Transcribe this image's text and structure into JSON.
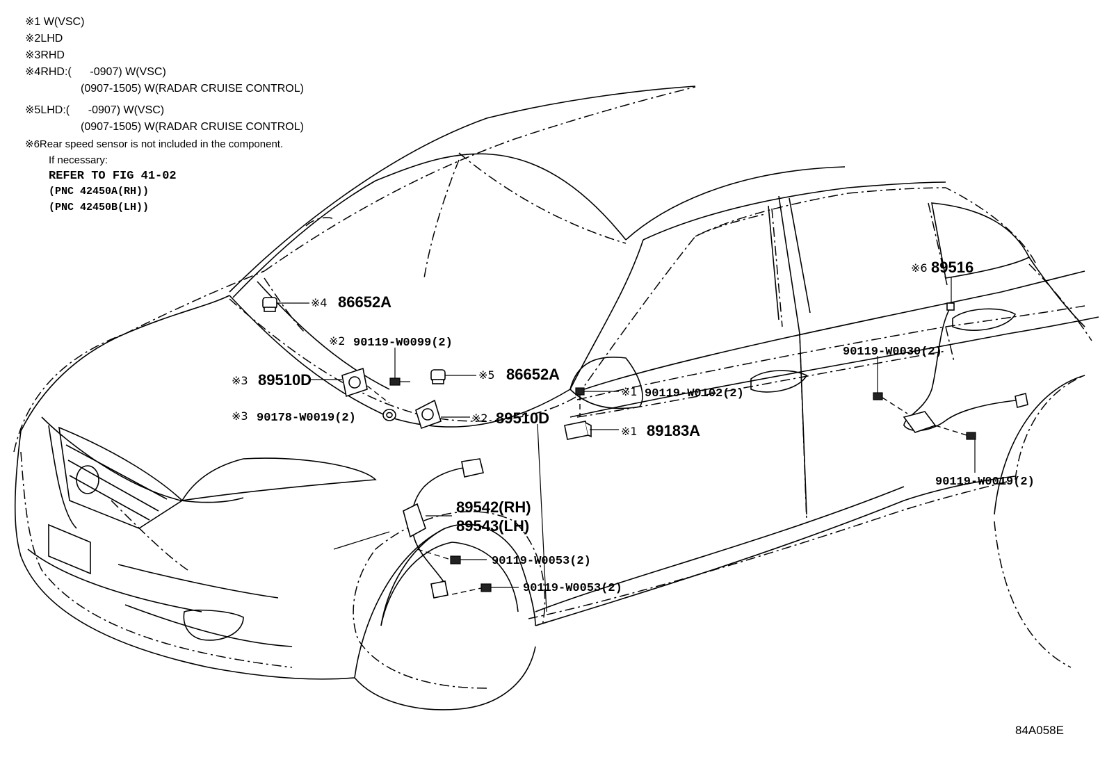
{
  "notes": {
    "n1_mark": "※1",
    "n1_text": "W(VSC)",
    "n2_mark": "※2",
    "n2_text": "LHD",
    "n3_mark": "※3",
    "n3_text": "RHD",
    "n4_mark": "※4",
    "n4_text": "RHD:(      -0907) W(VSC)",
    "n4_line2": "(0907-1505) W(RADAR CRUISE CONTROL)",
    "n5_mark": "※5",
    "n5_text": "LHD:(      -0907) W(VSC)",
    "n5_line2": "(0907-1505) W(RADAR CRUISE CONTROL)",
    "n6_mark": "※6",
    "n6_text": "Rear speed sensor is not included in the component.",
    "n6_line2": "If necessary:",
    "refer": "REFER TO FIG 41-02",
    "pnc_rh": "(PNC 42450A(RH))",
    "pnc_lh": "(PNC 42450B(LH))"
  },
  "callouts": {
    "c_86652A_top": {
      "mark": "※4",
      "text": "86652A"
    },
    "c_90119_W0099": {
      "mark": "※2",
      "text": "90119-W0099(2)"
    },
    "c_89510D_rhd": {
      "mark": "※3",
      "text": "89510D"
    },
    "c_86652A_mid": {
      "mark": "※5",
      "text": "86652A"
    },
    "c_90178_W0019": {
      "mark": "※3",
      "text": "90178-W0019(2)"
    },
    "c_89510D_lhd": {
      "mark": "※2",
      "text": "89510D"
    },
    "c_90119_W0102": {
      "mark": "※1",
      "text": "90119-W0102(2)"
    },
    "c_89183A": {
      "mark": "※1",
      "text": "89183A"
    },
    "c_89516": {
      "mark": "※6",
      "text": "89516"
    },
    "c_90119_W0030": {
      "mark": "",
      "text": "90119-W0030(2)"
    },
    "c_90119_W0019r": {
      "mark": "",
      "text": "90119-W0019(2)"
    },
    "c_89542": {
      "mark": "",
      "text": "89542(RH)"
    },
    "c_89543": {
      "mark": "",
      "text": "89543(LH)"
    },
    "c_90119_W0053a": {
      "mark": "",
      "text": "90119-W0053(2)"
    },
    "c_90119_W0053b": {
      "mark": "",
      "text": "90119-W0053(2)"
    }
  },
  "figure_code": "84A058E"
}
